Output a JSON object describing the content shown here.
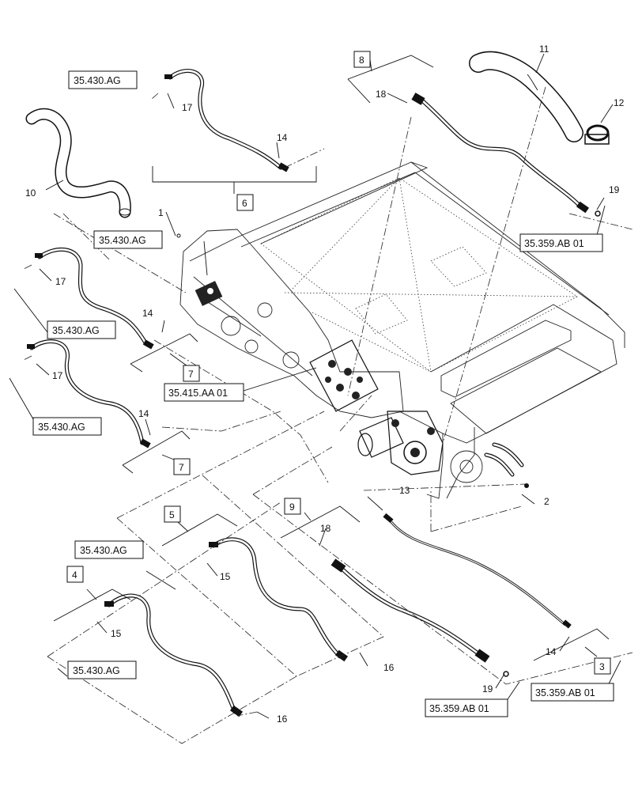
{
  "callouts": {
    "c1": "1",
    "c2": "2",
    "c3": "3",
    "c4": "4",
    "c5": "5",
    "c6": "6",
    "c7a": "7",
    "c7b": "7",
    "c8": "8",
    "c9": "9",
    "c10": "10",
    "c11": "11",
    "c12": "12",
    "c13": "13",
    "c14a": "14",
    "c14b": "14",
    "c14c": "14",
    "c14d": "14",
    "c15a": "15",
    "c15b": "15",
    "c16a": "16",
    "c16b": "16",
    "c17a": "17",
    "c17b": "17",
    "c17c": "17",
    "c18a": "18",
    "c18b": "18",
    "c19a": "19",
    "c19b": "19"
  },
  "refs": {
    "r1": "35.430.AG",
    "r2": "35.430.AG",
    "r3": "35.430.AG",
    "r4": "35.430.AG",
    "r5": "35.430.AG",
    "r6": "35.430.AG",
    "r7": "35.415.AA 01",
    "r8": "35.359.AB 01",
    "r9": "35.359.AB 01",
    "r10": "35.359.AB 01"
  },
  "icons": [
    "hydraulic-hose",
    "hose-clamp",
    "hydraulic-valve-block",
    "hydraulic-pump"
  ]
}
